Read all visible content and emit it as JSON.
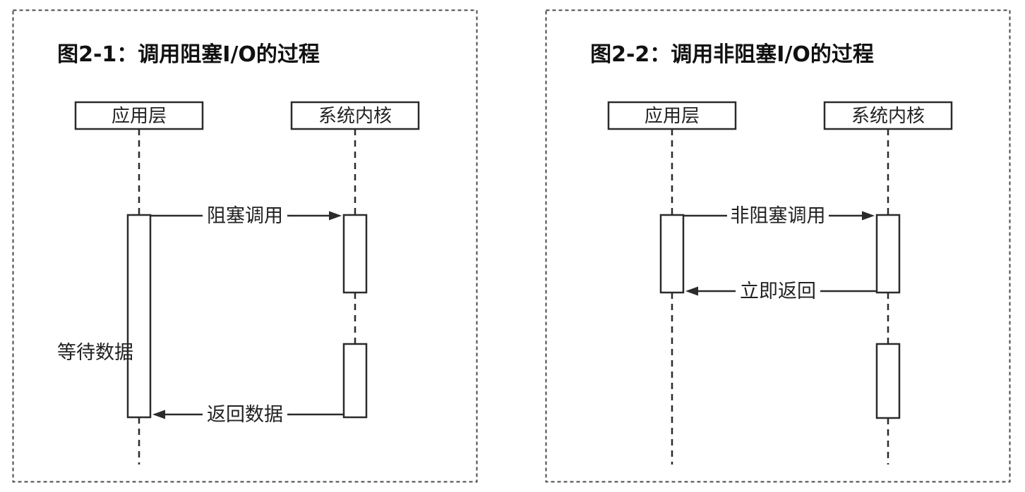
{
  "figure": {
    "kind": "sequence-diagram-pair",
    "colors": {
      "line": "#2b2b2b",
      "title_text": "#111111",
      "label_text": "#222222",
      "panel_border": "#4a4a4a",
      "background": "#ffffff"
    }
  },
  "panels": [
    {
      "title": "图2-1：调用阻塞I/O的过程",
      "actor_left": "应用层",
      "actor_right": "系统内核",
      "msg_call": "阻塞调用",
      "msg_call_direction": "left-to-right",
      "msg_return": "返回数据",
      "msg_return_direction": "right-to-left",
      "note_wait": "等待数据"
    },
    {
      "title": "图2-2：调用非阻塞I/O的过程",
      "actor_left": "应用层",
      "actor_right": "系统内核",
      "msg_call": "非阻塞调用",
      "msg_call_direction": "left-to-right",
      "msg_return": "立即返回",
      "msg_return_direction": "right-to-left"
    }
  ]
}
